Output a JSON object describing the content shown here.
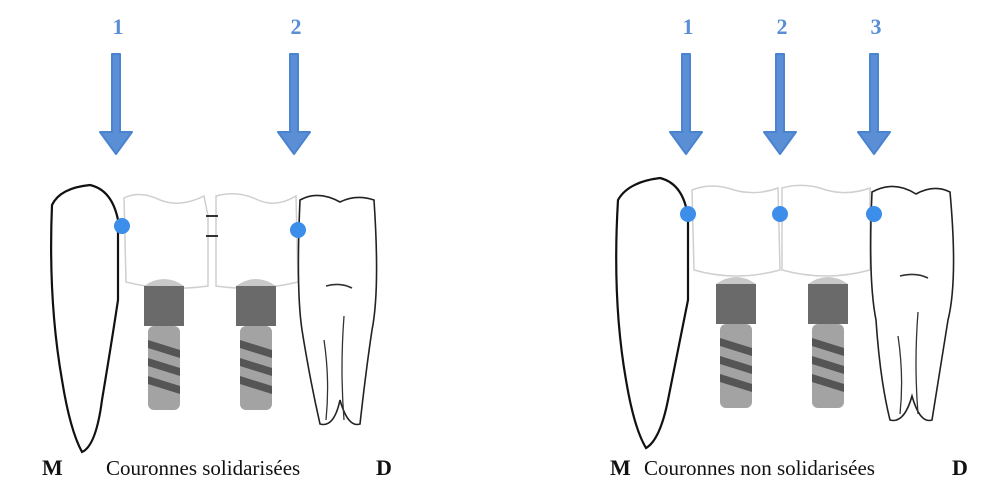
{
  "left_panel": {
    "arrows": [
      "1",
      "2"
    ],
    "mesial_label": "M",
    "distal_label": "D",
    "caption": "Couronnes solidarisées"
  },
  "right_panel": {
    "arrows": [
      "1",
      "2",
      "3"
    ],
    "mesial_label": "M",
    "distal_label": "D",
    "caption": "Couronnes non solidarisées"
  },
  "colors": {
    "arrow": "#5a8fd6",
    "contact_dot": "#3d8eea",
    "implant_dark": "#666666",
    "implant_light": "#a3a3a3"
  }
}
